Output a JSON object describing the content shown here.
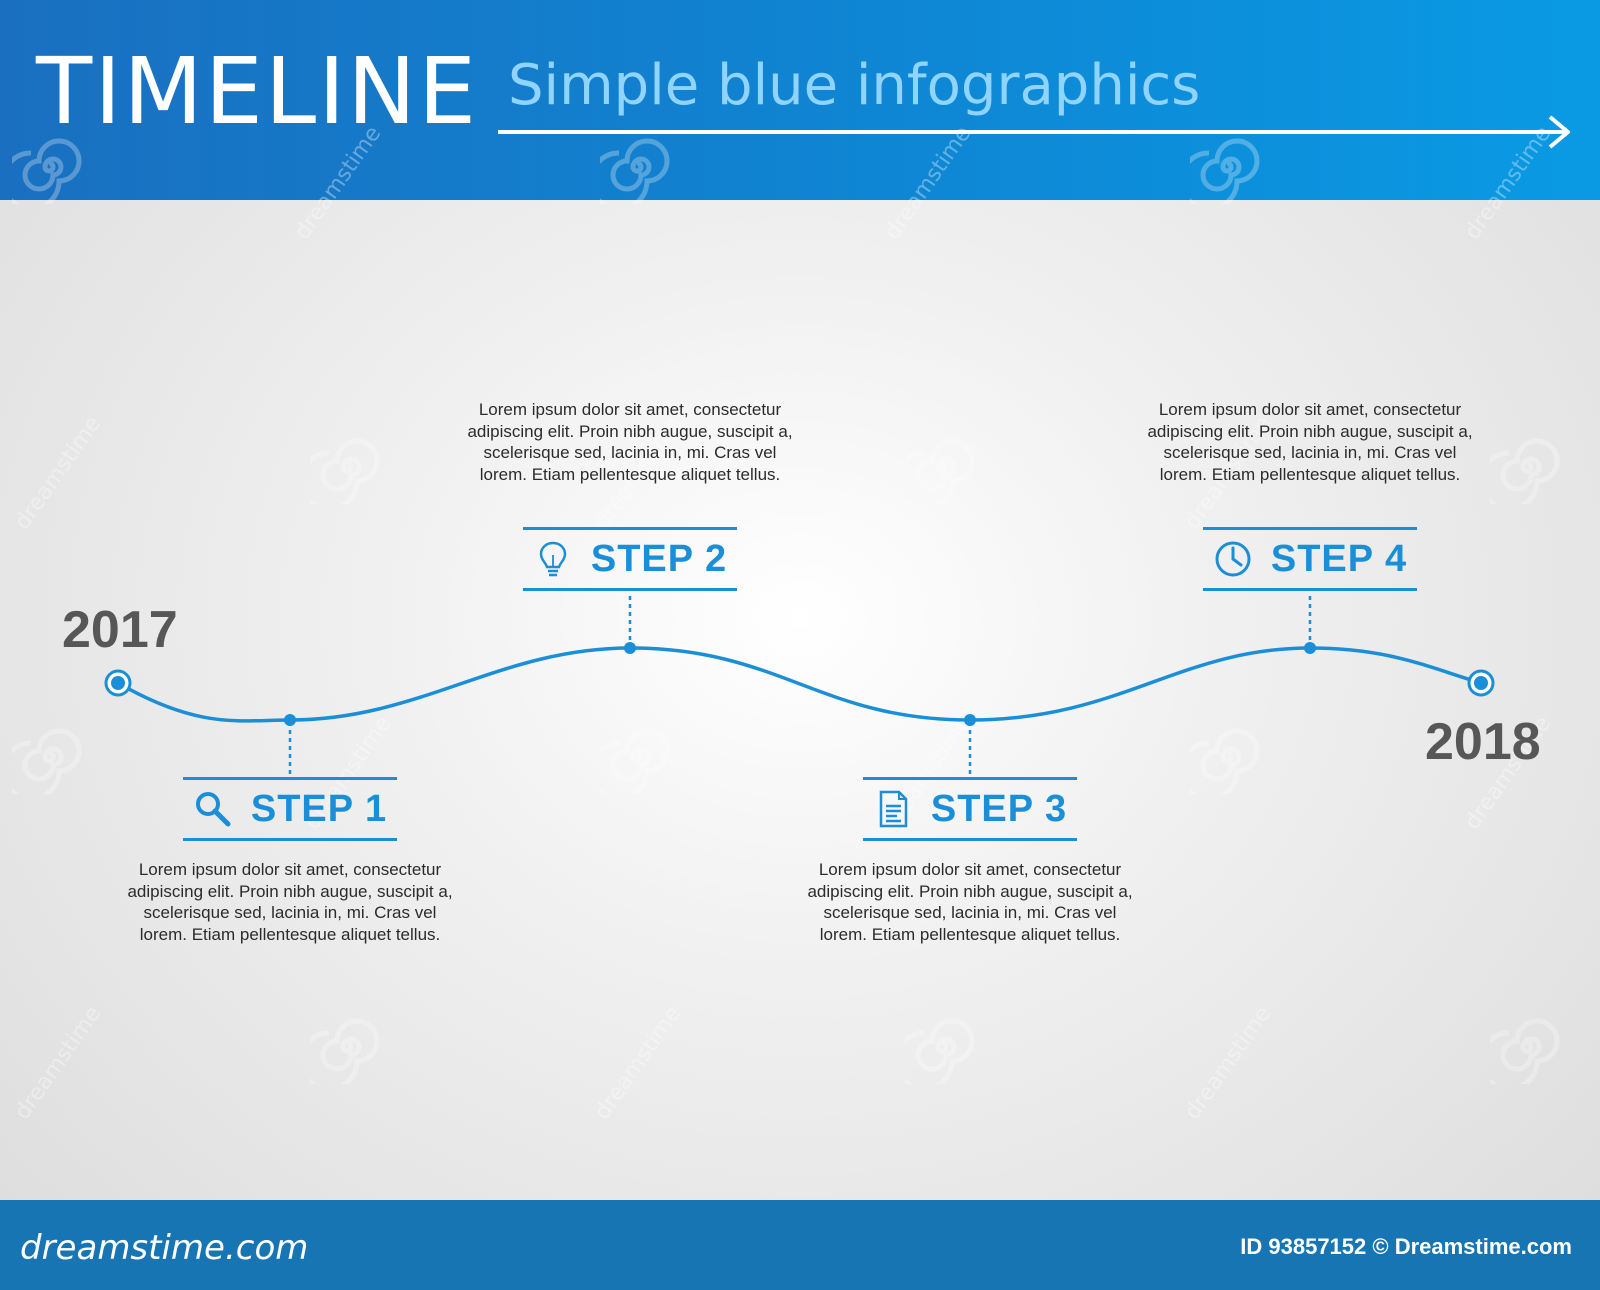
{
  "header": {
    "title": "TIMELINE",
    "subtitle": "Simple blue infographics"
  },
  "timeline": {
    "start_year": "2017",
    "end_year": "2018",
    "steps": [
      {
        "label": "STEP 1",
        "icon": "search-icon",
        "text": "Lorem ipsum dolor sit amet, consectetur adipiscing elit. Proin nibh augue, suscipit a, scelerisque sed, lacinia in, mi. Cras vel lorem. Etiam pellentesque aliquet tellus."
      },
      {
        "label": "STEP 2",
        "icon": "lightbulb-icon",
        "text": "Lorem ipsum dolor sit amet, consectetur adipiscing elit. Proin nibh augue, suscipit a, scelerisque sed, lacinia in, mi. Cras vel lorem. Etiam pellentesque aliquet tellus."
      },
      {
        "label": "STEP 3",
        "icon": "document-icon",
        "text": "Lorem ipsum dolor sit amet, consectetur adipiscing elit. Proin nibh augue, suscipit a, scelerisque sed, lacinia in, mi. Cras vel lorem. Etiam pellentesque aliquet tellus."
      },
      {
        "label": "STEP 4",
        "icon": "clock-icon",
        "text": "Lorem ipsum dolor sit amet, consectetur adipiscing elit. Proin nibh augue, suscipit a, scelerisque sed, lacinia in, mi. Cras vel lorem. Etiam pellentesque aliquet tellus."
      }
    ]
  },
  "footer": {
    "brand": "dreamstime.com",
    "id_text": "ID 93857152 © Dreamstime.com"
  },
  "watermark": {
    "text": "dreamstime"
  },
  "colors": {
    "header_blue": "#1a6fc0",
    "accent_blue": "#1a8fd8",
    "footer_blue": "#1775b3",
    "year_gray": "#575757",
    "background": "#e6e6e6"
  }
}
